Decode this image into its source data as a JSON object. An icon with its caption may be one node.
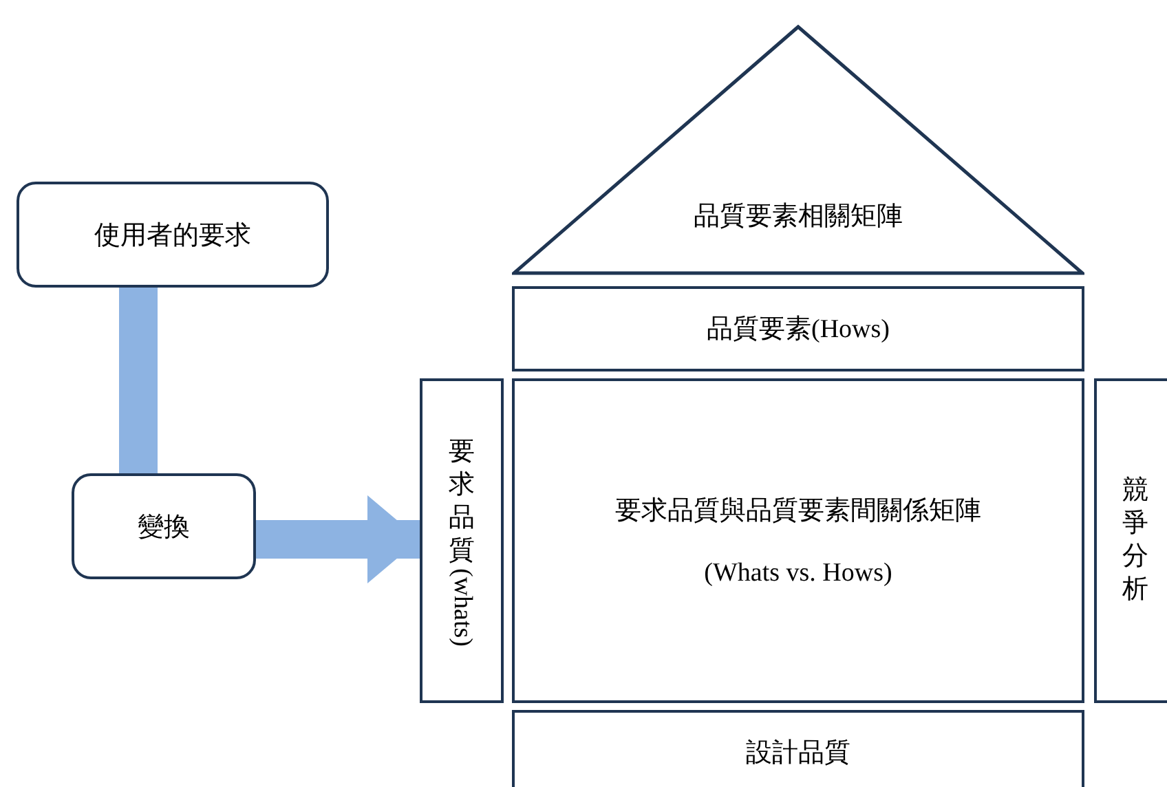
{
  "diagram": {
    "nodes": [
      {
        "text": [
          "使用者的要求"
        ]
      },
      {
        "text": [
          "變換"
        ]
      },
      {
        "text": [
          "品質要素相關矩陣"
        ]
      },
      {
        "text": [
          "品質要素(Hows)"
        ]
      },
      {
        "text": [
          "要求品質(whats)"
        ]
      },
      {
        "text": [
          "要求品質與品質要素間關係矩陣",
          "(Whats vs. Hows)"
        ]
      },
      {
        "text": [
          "競爭分析"
        ]
      },
      {
        "text": [
          "設計品質"
        ]
      }
    ],
    "edges": [
      {
        "from": 0,
        "to": 1,
        "arrow": "none"
      },
      {
        "from": 1,
        "to": 4,
        "arrow": "to"
      }
    ]
  }
}
